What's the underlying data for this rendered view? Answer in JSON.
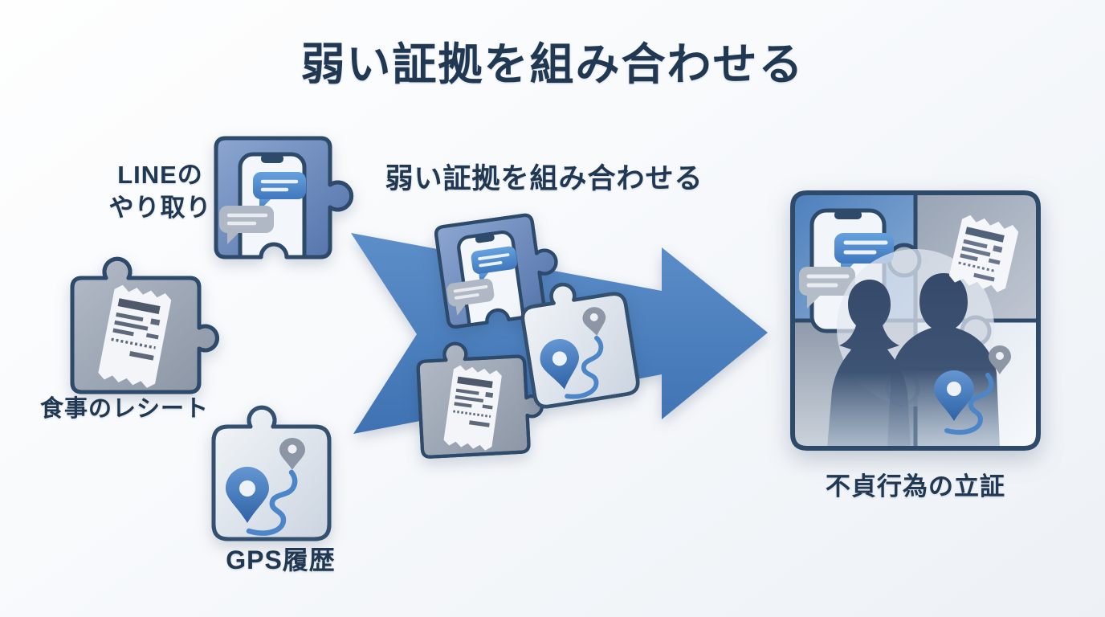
{
  "title": "弱い証拠を組み合わせる",
  "left_sources": {
    "line": {
      "label": "LINEの\nやり取り",
      "icon": "line-chat-puzzle-icon"
    },
    "receipt": {
      "label": "食事のレシート",
      "icon": "receipt-puzzle-icon"
    },
    "gps": {
      "label": "GPS履歴",
      "icon": "gps-puzzle-icon"
    }
  },
  "center": {
    "caption": "弱い証拠を組み合わせる",
    "icon": "combine-arrow-icon",
    "pieces": [
      "mini-phone-puzzle-icon",
      "mini-receipt-puzzle-icon",
      "mini-gps-puzzle-icon"
    ]
  },
  "result": {
    "caption": "不貞行為の立証",
    "icon": "combined-evidence-puzzle-icon"
  },
  "colors": {
    "background": "#F6F8FB",
    "title_text": "#213852",
    "label_text": "#24395A",
    "arrow_blue": "#4A80BD",
    "piece_border": "#2E4A6B",
    "phone_piece_blue": "#6E8FC0",
    "receipt_piece_gray": "#9CA6B4",
    "gps_piece_light": "#E4EAF1",
    "chat_bubble_blue": "#548ECC",
    "chat_bubble_gray": "#AEB7C3",
    "gps_pin_blue": "#3F74B6",
    "gps_pin_gray": "#8C96A4",
    "silhouette_navy": "#36496A"
  }
}
